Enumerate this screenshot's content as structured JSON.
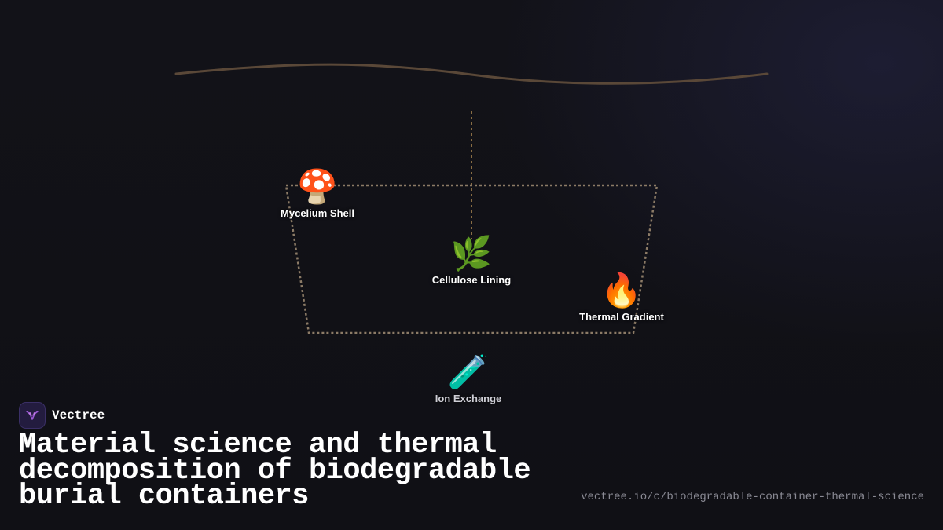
{
  "diagram": {
    "nodes": [
      {
        "icon": "🍄",
        "icon_name": "mushroom-icon",
        "label": "Mycelium Shell"
      },
      {
        "icon": "🌿",
        "icon_name": "herb-icon",
        "label": "Cellulose Lining"
      },
      {
        "icon": "🔥",
        "icon_name": "fire-icon",
        "label": "Thermal Gradient"
      },
      {
        "icon": "🧪",
        "icon_name": "test-tube-icon",
        "label": "Ion Exchange"
      }
    ],
    "colors": {
      "outline": "#8c7b66",
      "top_curve": "#5a4838",
      "background": "#121218"
    }
  },
  "brand": {
    "name": "Vectree",
    "logo_icon": "vectree-logo-icon",
    "accent": "#9b59d6"
  },
  "title": "Material science and thermal decomposition of biodegradable burial containers",
  "url": "vectree.io/c/biodegradable-container-thermal-science"
}
